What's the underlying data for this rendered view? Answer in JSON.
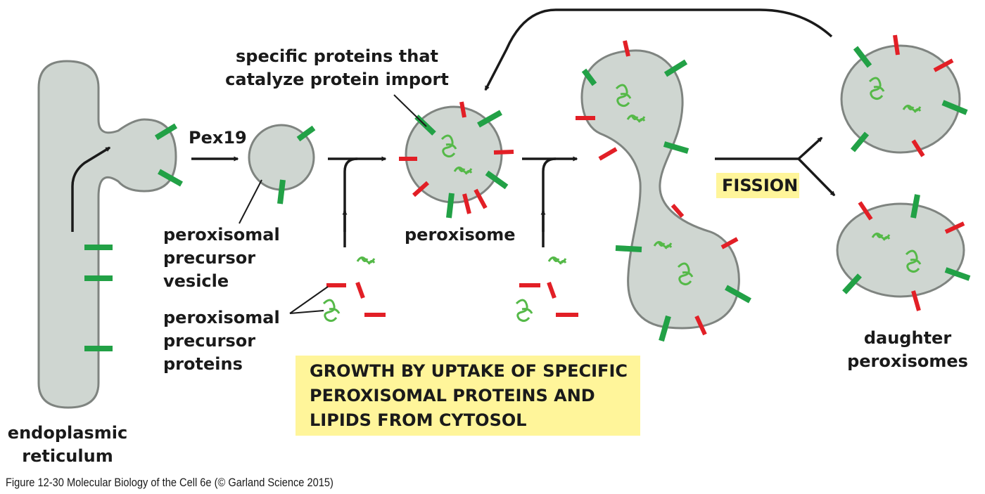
{
  "labels": {
    "import_proteins": [
      "specific proteins that",
      "catalyze protein import"
    ],
    "pex19": "Pex19",
    "precursor_vesicle": [
      "peroxisomal",
      "precursor",
      "vesicle"
    ],
    "precursor_proteins": [
      "peroxisomal",
      "precursor",
      "proteins"
    ],
    "peroxisome": "peroxisome",
    "er": [
      "endoplasmic",
      "reticulum"
    ],
    "fission": "FISSION",
    "growth": [
      "GROWTH BY UPTAKE OF SPECIFIC",
      "PEROXISOMAL PROTEINS AND",
      "LIPIDS FROM CYTOSOL"
    ],
    "daughter": [
      "daughter",
      "peroxisomes"
    ]
  },
  "caption": "Figure 12-30  Molecular Biology of the Cell 6e (© Garland Science 2015)",
  "colors": {
    "membrane_fill": "#cfd6d1",
    "membrane_stroke": "#7f8480",
    "green_protein": "#22a146",
    "red_protein": "#e21f26",
    "squiggle": "#55b948",
    "arrow": "#1a1a1a",
    "highlight": "#fff59a"
  }
}
